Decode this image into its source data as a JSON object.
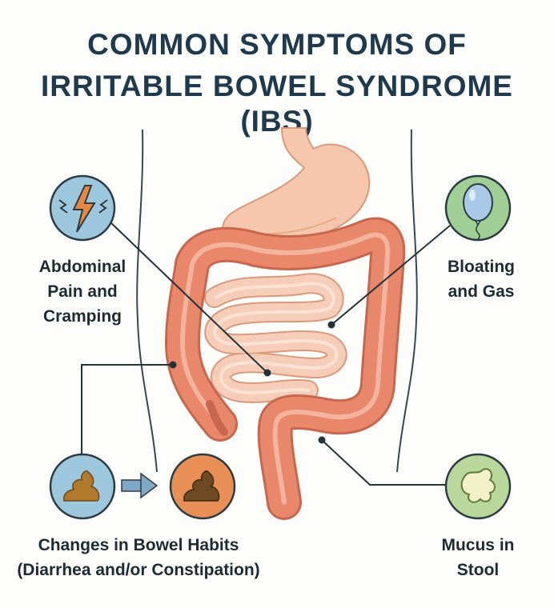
{
  "title": {
    "line1": "COMMON SYMPTOMS OF",
    "line2": "IRRITABLE BOWEL SYNDROME (IBS)"
  },
  "symptoms": {
    "abdominal_pain": {
      "line1": "Abdominal",
      "line2": "Pain and",
      "line3": "Cramping",
      "icon": "lightning-bolt-icon"
    },
    "bloating": {
      "line1": "Bloating",
      "line2": "and Gas",
      "icon": "balloon-icon"
    },
    "bowel_habits": {
      "line1": "Changes in Bowel Habits",
      "line2": "(Diarrhea and/or Constipation)",
      "icon": "stool-icon"
    },
    "mucus": {
      "line1": "Mucus in",
      "line2": "Stool",
      "icon": "mucus-splat-icon"
    }
  },
  "colors": {
    "title": "#1f3a4c",
    "colon": "#e8876a",
    "small_intestine": "#f6cdb8",
    "stomach": "#f6c7ad",
    "pain_circle": "#9cc7dd",
    "bloat_circle": "#9fcf94",
    "stool_circle_blue": "#9cc7dd",
    "stool_circle_orange": "#e88f55",
    "mucus_circle": "#b9d79a"
  }
}
